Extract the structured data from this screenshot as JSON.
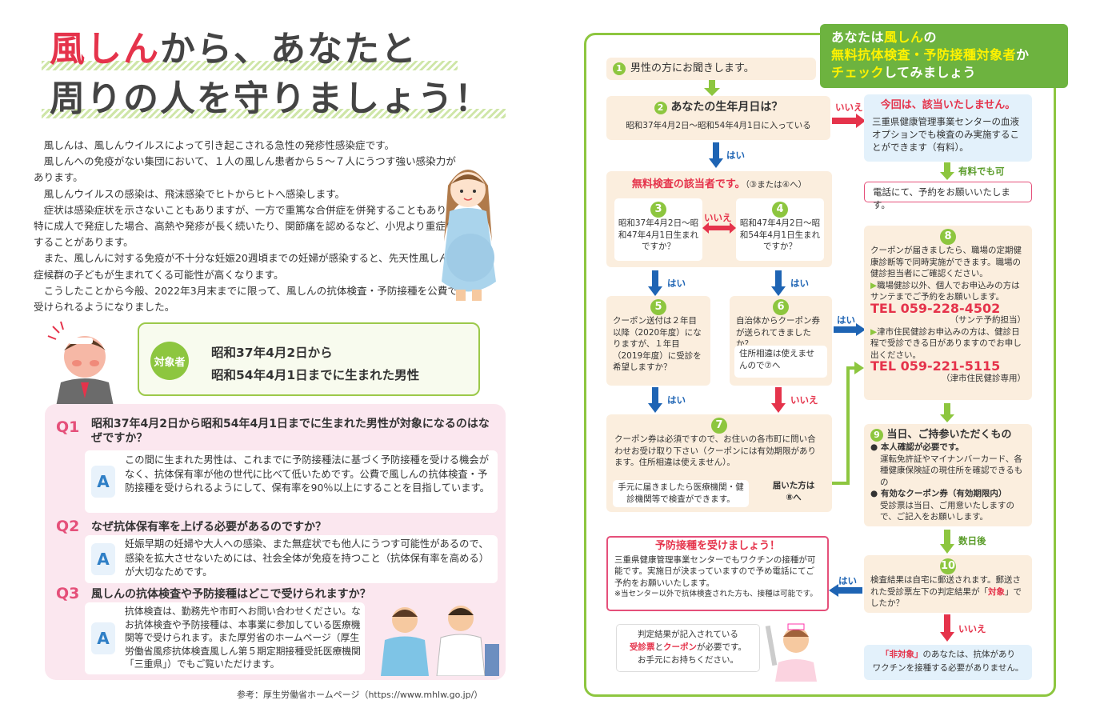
{
  "title": {
    "l1_hl": "風しん",
    "l1": "から、あなたと",
    "l2": "周りの人を守りましょう！"
  },
  "intro": [
    "風しんは、風しんウイルスによって引き起こされる急性の発疹性感染症です。",
    "風しんへの免疫がない集団において、１人の風しん患者から５～７人にうつす強い感染力があります。",
    "風しんウイルスの感染は、飛沫感染でヒトからヒトへ感染します。",
    "症状は感染症状を示さないこともありますが、一方で重篤な合併症を併発することもあり、特に成人で発症した場合、高熱や発疹が長く続いたり、関節痛を認めるなど、小児より重症化することがあります。",
    "また、風しんに対する免疫が不十分な妊娠20週頃までの妊婦が感染すると、先天性風しん症候群の子どもが生まれてくる可能性が高くなります。",
    "こうしたことから今般、2022年3月末までに限って、風しんの抗体検査・予防接種を公費で受けられるようになりました。"
  ],
  "target": {
    "tag": "対象者",
    "l1": "昭和37年4月2日から",
    "l2": "昭和54年4月1日までに生まれた男性"
  },
  "qa": [
    {
      "q": "Q1",
      "qt": "昭和37年4月2日から昭和54年4月1日までに生まれた男性が対象になるのはなぜですか？",
      "a": "この間に生まれた男性は、これまでに予防接種法に基づく予防接種を受ける機会がなく、抗体保有率が他の世代に比べて低いためです。公費で風しんの抗体検査・予防接種を受けられるようにして、保有率を90％以上にすることを目指しています。"
    },
    {
      "q": "Q2",
      "qt": "なぜ抗体保有率を上げる必要があるのですか？",
      "a": "妊娠早期の妊婦や大人への感染、また無症状でも他人にうつす可能性があるので、感染を拡大させないためには、社会全体が免疫を持つこと（抗体保有率を高める）が大切なためです。"
    },
    {
      "q": "Q3",
      "qt": "風しんの抗体検査や予防接種はどこで受けられますか？",
      "a": "抗体検査は、勤務先や市町へお問い合わせください。なお抗体検査や予防接種は、本事業に参加している医療機関等で受けられます。また厚労省のホームページ（厚生労働省風疹抗体検査風しん第５期定期接種受託医療機関「三重県」）でもご覧いただけます。"
    }
  ],
  "qa_a": "A",
  "ref": "参考：厚生労働省ホームページ（https://www.mhlw.go.jp/）",
  "check": {
    "l1a": "あなたは",
    "l1b": "風しん",
    "l1c": "の",
    "l2": "無料抗体検査・予防接種対象者",
    "l2b": "か",
    "l3a": "チェック",
    "l3b": "してみましょう"
  },
  "flow": {
    "s1": "男性の方にお聞きします。",
    "s2": "あなたの生年月日は？",
    "s2sub": "昭和37年4月2日～昭和54年4月1日に入っている",
    "free": "無料検査の該当者です。",
    "freesub": "（③または④へ）",
    "s3": "昭和37年4月2日～昭和47年4月1日生まれですか？",
    "s4": "昭和47年4月2日～昭和54年4月1日生まれですか？",
    "s5": "クーポン送付は２年目以降（2020年度）になりますが、１年目（2019年度）に受診を希望しますか？",
    "s6": "自治体からクーポン券が送られてきましたか？",
    "s6sub": "住所相違は使えませんので⑦へ",
    "s7": "クーポン券は必須ですので、お住いの各市町に問い合わせお受け取り下さい（クーポンには有効期限があります。住所相違は使えません）。",
    "s7sub": "手元に届きましたら医療機関・健診機関等で検査ができます。",
    "s7go": "届いた方は",
    "s7go2": "⑧へ",
    "no1": "今回は、該当いたしません。",
    "no1sub": "三重県健康管理事業センターの血液オプションでも検査のみ実施することができます（有料）。",
    "paid": "有料でも可",
    "phone": "電話にて、予約をお願いいたします。",
    "s8a": "クーポンが届きましたら、職場の定期健康診断等で同時実施ができます。職場の健診担当者にご確認ください。",
    "s8b": "職場健診以外、個人でお申込みの方はサンテまでご予約をお願いします。",
    "tel1": "TEL 059-228-4502",
    "tel1n": "（サンテ予約担当）",
    "s8c": "津市住民健診お申込みの方は、健診日程で受診できる日がありますのでお申し出ください。",
    "tel2": "TEL 059-221-5115",
    "tel2n": "（津市住民健診専用）",
    "s9": "当日、ご持参いただくもの",
    "s9a": "本人確認が必要です。",
    "s9b": "運転免許証やマイナンバーカード、各種健康保険証の現住所を確認できるもの",
    "s9c": "有効なクーポン券（有効期限内）",
    "s9d": "受診票は当日、ご用意いたしますので、ご記入をお願いします。",
    "later": "数日後",
    "s10": "検査結果は自宅に郵送されます。郵送された受診票左下の判定結果が「",
    "s10k": "対象",
    "s10e": "」でしたか？",
    "vac": "予防接種を受けましょう！",
    "vacsub": "三重県健康管理事業センターでもワクチンの接種が可能です。実施日が決まっていますので予め電話にてご予約をお願いいたします。",
    "vacnote": "※当センター以外で抗体検査された方も、接種は可能です。",
    "bring1": "判定結果が記入されている",
    "bring2a": "受診票",
    "bring2b": "と",
    "bring2c": "クーポン",
    "bring2d": "が必要です。",
    "bring3": "お手元にお持ちください。",
    "non1": "「非対象」",
    "non2": "のあなたは、抗体があり",
    "non3": "ワクチンを接種する必要がありません。",
    "yes": "はい",
    "no": "いいえ",
    "n1": "1",
    "n2": "2",
    "n3": "3",
    "n4": "4",
    "n5": "5",
    "n6": "6",
    "n7": "7",
    "n8": "8",
    "n9": "9",
    "n10": "10"
  },
  "colors": {
    "accent": "#8dc63f",
    "red": "#e5334b",
    "blue": "#1e64b4",
    "pink": "#fbe7ef"
  }
}
